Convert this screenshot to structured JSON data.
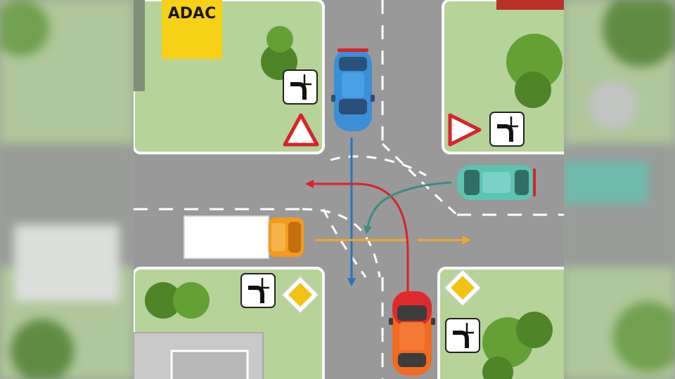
{
  "scene": {
    "brand": {
      "label": "ADAC"
    }
  },
  "colors": {
    "road": "#999999",
    "grass": "#b6d39a",
    "curb": "#ffffff",
    "lane_marking": "#ffffff",
    "tree_dark": "#4f8427",
    "tree_light": "#65a035",
    "adac_yellow": "#f7d117",
    "blue_car": "#3a8fd6",
    "red_car": "#e02a2a",
    "teal_car": "#5ec3b3",
    "truck_cab": "#f39b1b",
    "arrow_blue": "#2575bf",
    "arrow_red": "#d8232a",
    "arrow_teal": "#3b8c80",
    "arrow_orange": "#f4a82a",
    "yield_red": "#d8232a",
    "priority_yellow": "#f2c311"
  },
  "vehicles": [
    {
      "id": "blue-car",
      "color": "#3a8fd6",
      "approach": "north",
      "heading": "south",
      "maneuver": "straight"
    },
    {
      "id": "red-car",
      "color": "#e02a2a",
      "approach": "south",
      "heading": "north",
      "maneuver": "left-turn"
    },
    {
      "id": "teal-car",
      "color": "#5ec3b3",
      "approach": "east",
      "heading": "west",
      "maneuver": "left-turn"
    },
    {
      "id": "orange-truck",
      "color": "#f39b1b",
      "approach": "west",
      "heading": "east",
      "maneuver": "straight"
    }
  ],
  "signs": [
    {
      "id": "yield-sign-northwest",
      "type": "yield",
      "corner": "northwest"
    },
    {
      "id": "yield-sign-northeast",
      "type": "yield",
      "corner": "northeast"
    },
    {
      "id": "priority-sign-southwest",
      "type": "priority-road",
      "corner": "southwest"
    },
    {
      "id": "priority-sign-southeast",
      "type": "priority-road",
      "corner": "southeast"
    },
    {
      "id": "bent-priority-plate-northwest",
      "type": "bent-priority-road-supplement",
      "corner": "northwest"
    },
    {
      "id": "bent-priority-plate-northeast",
      "type": "bent-priority-road-supplement",
      "corner": "northeast"
    },
    {
      "id": "bent-priority-plate-southwest",
      "type": "bent-priority-road-supplement",
      "corner": "southwest"
    },
    {
      "id": "bent-priority-plate-southeast",
      "type": "bent-priority-road-supplement",
      "corner": "southeast"
    }
  ]
}
